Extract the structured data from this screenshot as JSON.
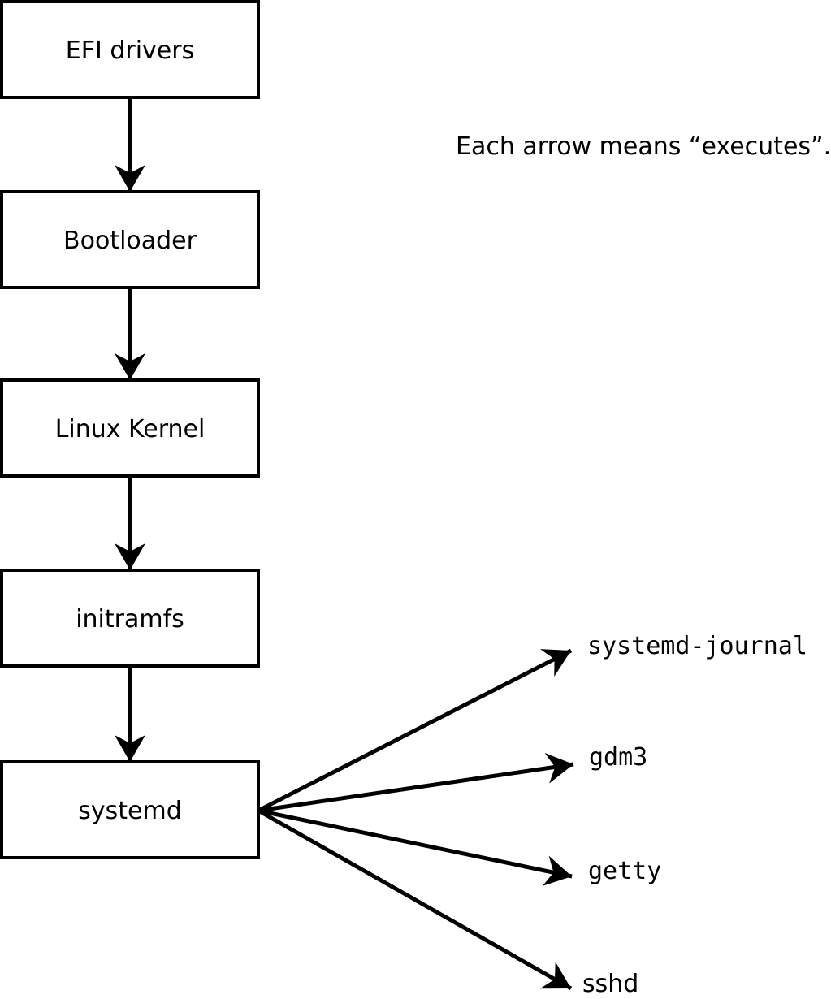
{
  "diagram": {
    "note": "Each arrow means “executes”.",
    "edge_meaning": "executes",
    "chain": [
      {
        "id": "efi-drivers",
        "label": "EFI drivers"
      },
      {
        "id": "bootloader",
        "label": "Bootloader"
      },
      {
        "id": "linux-kernel",
        "label": "Linux Kernel"
      },
      {
        "id": "initramfs",
        "label": "initramfs"
      },
      {
        "id": "systemd",
        "label": "systemd"
      }
    ],
    "spawned_by_systemd": [
      {
        "id": "systemd-journal",
        "label": "systemd-journal"
      },
      {
        "id": "gdm3",
        "label": "gdm3"
      },
      {
        "id": "getty",
        "label": "getty"
      },
      {
        "id": "sshd",
        "label": "sshd"
      }
    ],
    "colors": {
      "line": "#000000",
      "box_fill": "#ffffff",
      "text": "#000000",
      "background": "#ffffff"
    }
  }
}
